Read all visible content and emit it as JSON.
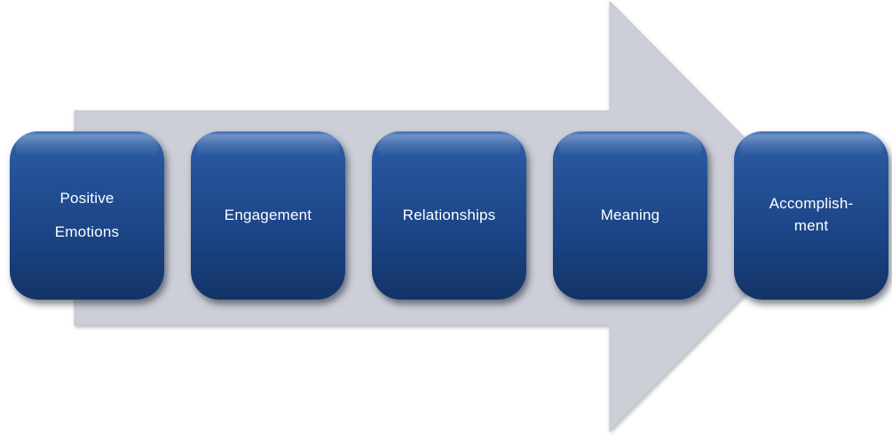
{
  "diagram": {
    "type": "horizontal-flow-arrow",
    "steps": [
      {
        "id": "positive-emotions",
        "label": "Positive Emotions",
        "lines": [
          "Positive",
          "Emotions"
        ],
        "line_spacing": "wide"
      },
      {
        "id": "engagement",
        "label": "Engagement",
        "lines": [
          "Engagement"
        ],
        "line_spacing": "normal"
      },
      {
        "id": "relationships",
        "label": "Relationships",
        "lines": [
          "Relationships"
        ],
        "line_spacing": "normal"
      },
      {
        "id": "meaning",
        "label": "Meaning",
        "lines": [
          "Meaning"
        ],
        "line_spacing": "normal"
      },
      {
        "id": "accomplishment",
        "label": "Accomplishment",
        "lines": [
          "Accomplish-",
          "ment"
        ],
        "line_spacing": "normal"
      }
    ],
    "colors": {
      "box_gradient_top": "#3e6fb4",
      "box_gradient_bottom": "#133465",
      "box_text": "#ffffff",
      "arrow_fill": "#cdcfd8",
      "arrow_edge": "#c3c6ce",
      "background": "#ffffff"
    }
  }
}
